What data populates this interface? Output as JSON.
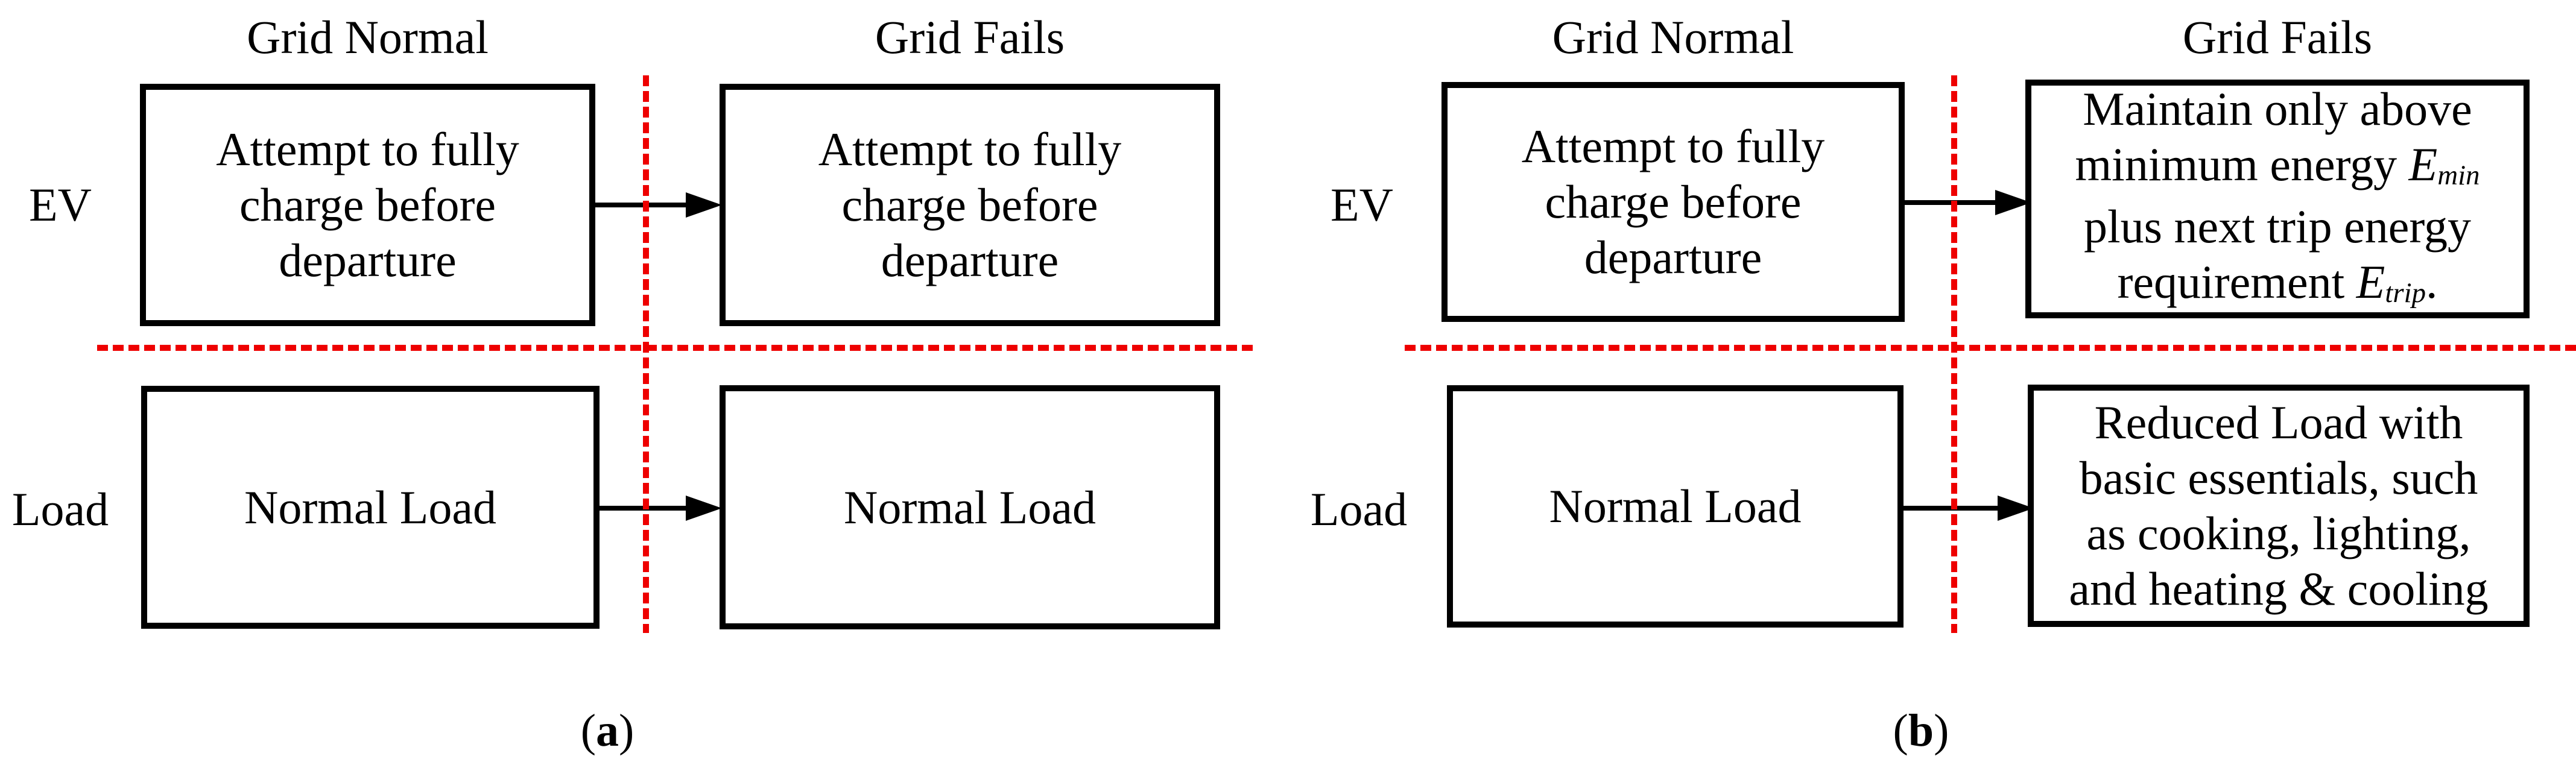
{
  "colors": {
    "dash_red": "#ee0000",
    "ink": "#000000",
    "background": "#ffffff"
  },
  "panels": [
    {
      "caption": {
        "open": "(",
        "letter": "a",
        "close": ")"
      },
      "column_headers": [
        "Grid Normal",
        "Grid Fails"
      ],
      "row_labels": [
        "EV",
        "Load"
      ],
      "cells": [
        {
          "row": "EV",
          "column": "Grid Normal",
          "lines": [
            [
              {
                "text": "Attempt to fully"
              }
            ],
            [
              {
                "text": "charge before"
              }
            ],
            [
              {
                "text": "departure"
              }
            ]
          ]
        },
        {
          "row": "EV",
          "column": "Grid Fails",
          "lines": [
            [
              {
                "text": "Attempt to fully"
              }
            ],
            [
              {
                "text": "charge before"
              }
            ],
            [
              {
                "text": "departure"
              }
            ]
          ]
        },
        {
          "row": "Load",
          "column": "Grid Normal",
          "lines": [
            [
              {
                "text": "Normal Load"
              }
            ]
          ]
        },
        {
          "row": "Load",
          "column": "Grid Fails",
          "lines": [
            [
              {
                "text": "Normal Load"
              }
            ]
          ]
        }
      ]
    },
    {
      "caption": {
        "open": "(",
        "letter": "b",
        "close": ")"
      },
      "column_headers": [
        "Grid Normal",
        "Grid Fails"
      ],
      "row_labels": [
        "EV",
        "Load"
      ],
      "cells": [
        {
          "row": "EV",
          "column": "Grid Normal",
          "lines": [
            [
              {
                "text": "Attempt to fully"
              }
            ],
            [
              {
                "text": "charge before"
              }
            ],
            [
              {
                "text": "departure"
              }
            ]
          ]
        },
        {
          "row": "EV",
          "column": "Grid Fails",
          "lines": [
            [
              {
                "text": "Maintain only above"
              }
            ],
            [
              {
                "text": "minimum energy "
              },
              {
                "text": "E",
                "italic": true
              },
              {
                "text": "min",
                "sub": true
              }
            ],
            [
              {
                "text": "plus next trip energy"
              }
            ],
            [
              {
                "text": "requirement "
              },
              {
                "text": "E",
                "italic": true
              },
              {
                "text": "trip",
                "sub": true
              },
              {
                "text": "."
              }
            ]
          ]
        },
        {
          "row": "Load",
          "column": "Grid Normal",
          "lines": [
            [
              {
                "text": "Normal Load"
              }
            ]
          ]
        },
        {
          "row": "Load",
          "column": "Grid Fails",
          "lines": [
            [
              {
                "text": "Reduced Load with"
              }
            ],
            [
              {
                "text": "basic essentials, such"
              }
            ],
            [
              {
                "text": "as cooking, lighting,"
              }
            ],
            [
              {
                "text": "and heating & cooling"
              }
            ]
          ]
        }
      ]
    }
  ]
}
